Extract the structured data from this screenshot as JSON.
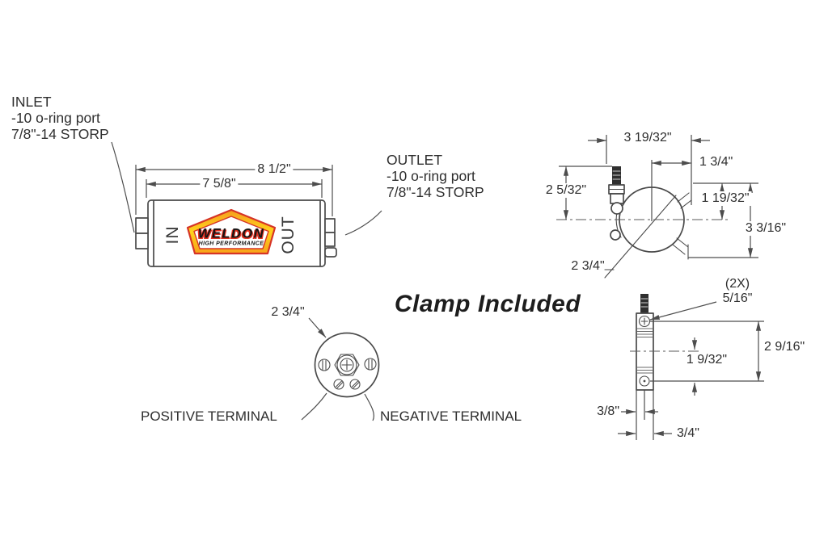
{
  "title": "Weldon fuel pump dimensional drawing",
  "colors": {
    "line": "#4a4a4a",
    "text": "#2e2e2e",
    "logo_red": "#d63426",
    "logo_yellow": "#ffd21c",
    "logo_orange": "#f7a11a",
    "stud_dark": "#2f2f2f",
    "background": "#ffffff"
  },
  "pump": {
    "inlet_label": {
      "title": "INLET",
      "line2": "-10 o-ring port",
      "line3": "7/8\"-14 STORP"
    },
    "outlet_label": {
      "title": "OUTLET",
      "line2": "-10 o-ring port",
      "line3": "7/8\"-14 STORP"
    },
    "in_marking": "IN",
    "out_marking": "OUT",
    "logo": {
      "brand": "WELDON",
      "tagline": "HIGH PERFORMANCE"
    },
    "dim_overall_length": "8 1/2\"",
    "dim_body_length": "7 5/8\""
  },
  "clamp_note": "Clamp Included",
  "clamp_front": {
    "dim_overall_width": "3 19/32\"",
    "dim_center_to_tab": "1 3/4\"",
    "dim_bolt_to_center": "2 5/32\"",
    "dim_tab_to_center": "1 19/32\"",
    "dim_tab_to_tab": "3 3/16\"",
    "dim_diameter": "2 3/4\""
  },
  "clamp_side": {
    "hole_callout_qty": "(2X)",
    "hole_callout_size": "5/16\"",
    "dim_hole_spacing": "2 9/16\"",
    "dim_center_to_hole": "1 9/32\"",
    "dim_thickness": "3/8\"",
    "dim_band_width": "3/4\""
  },
  "terminal_view": {
    "dim_diameter": "2 3/4\"",
    "positive_label": "POSITIVE TERMINAL",
    "negative_label": "NEGATIVE TERMINAL"
  }
}
